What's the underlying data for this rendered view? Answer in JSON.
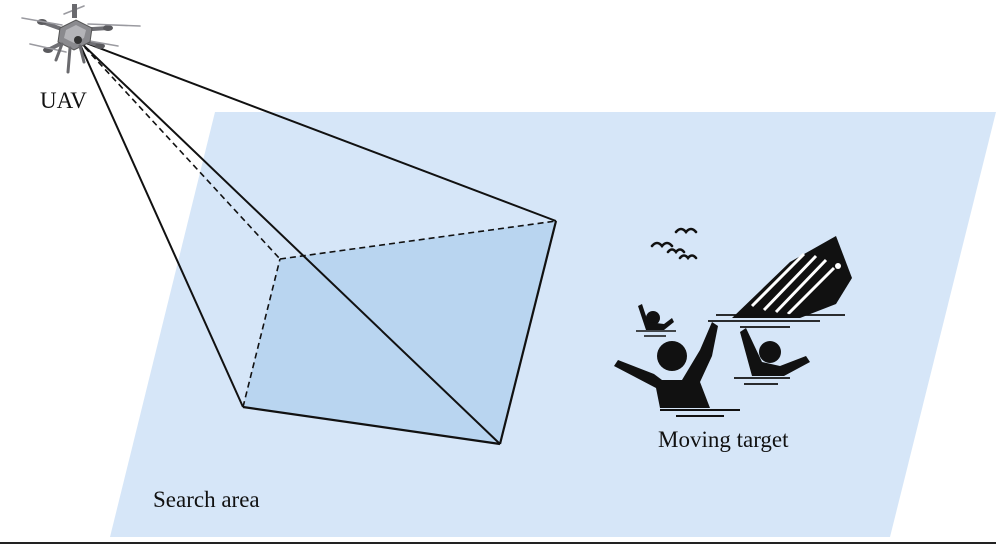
{
  "labels": {
    "uav": "UAV",
    "moving_target": "Moving target",
    "search_area": "Search area"
  },
  "colors": {
    "search_area_fill": "#d6e6f8",
    "footprint_fill": "#b9d5f0",
    "line": "#111111",
    "drone_body": "#8a8a8e",
    "silhouette": "#111111"
  },
  "icons": [
    "drone-icon",
    "seagulls-icon",
    "sinking-ship-icon",
    "swimmer-icon",
    "waving-person-icon"
  ]
}
